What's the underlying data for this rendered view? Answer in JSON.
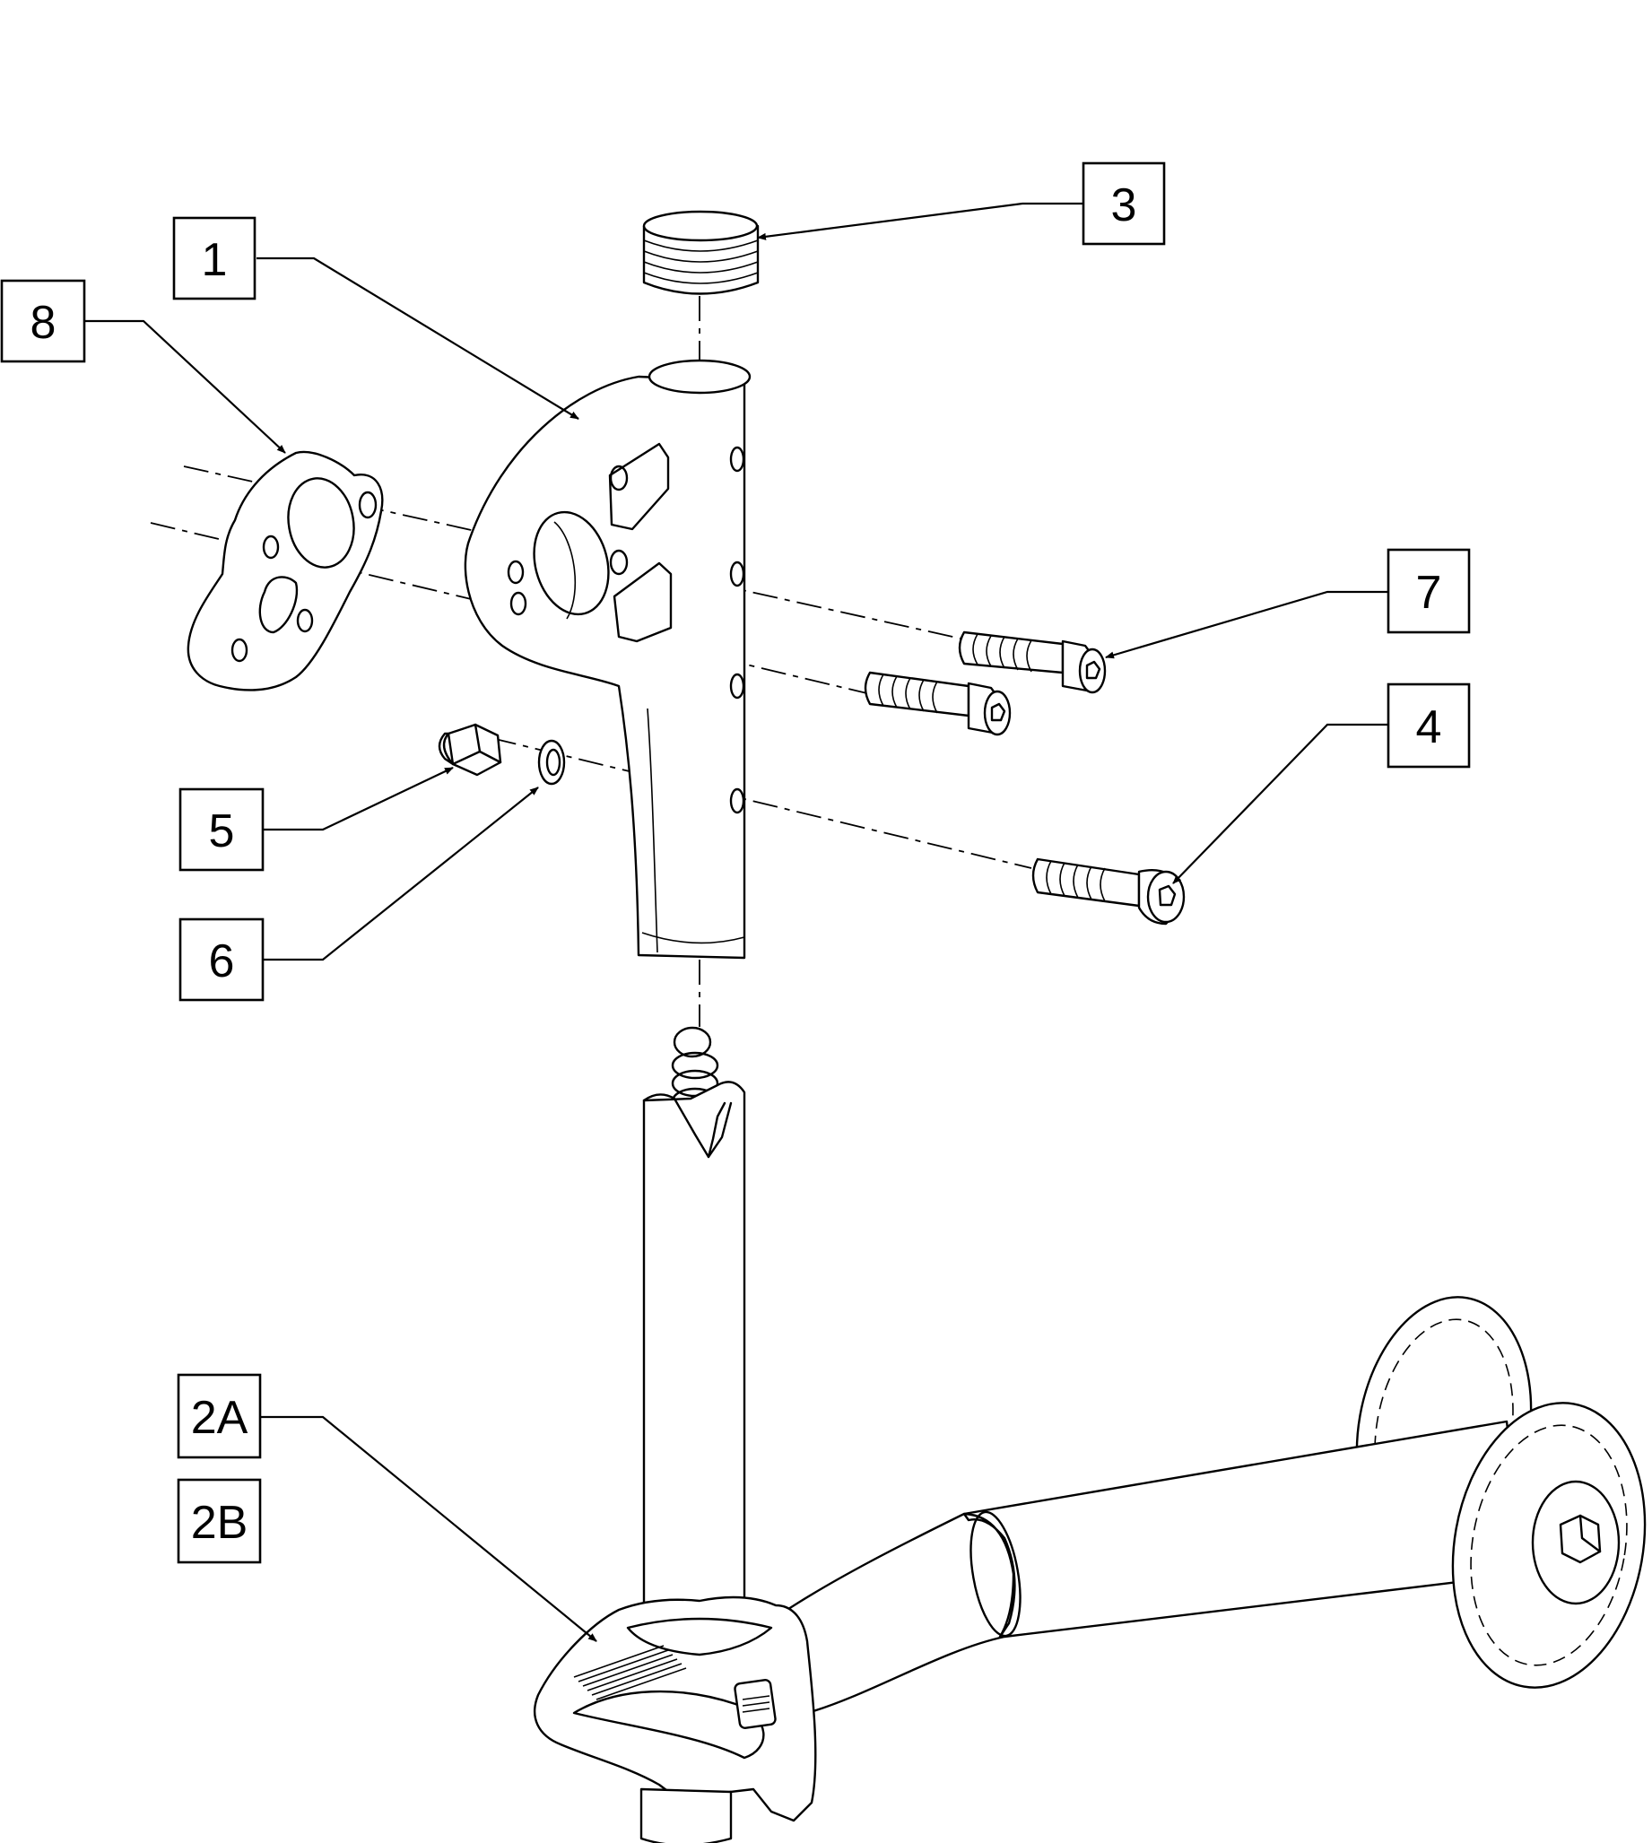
{
  "callouts": [
    {
      "id": "1",
      "label": "1"
    },
    {
      "id": "3",
      "label": "3"
    },
    {
      "id": "8",
      "label": "8"
    },
    {
      "id": "7",
      "label": "7"
    },
    {
      "id": "4",
      "label": "4"
    },
    {
      "id": "5",
      "label": "5"
    },
    {
      "id": "6",
      "label": "6"
    },
    {
      "id": "2A",
      "label": "2A"
    },
    {
      "id": "2B",
      "label": "2B"
    }
  ]
}
